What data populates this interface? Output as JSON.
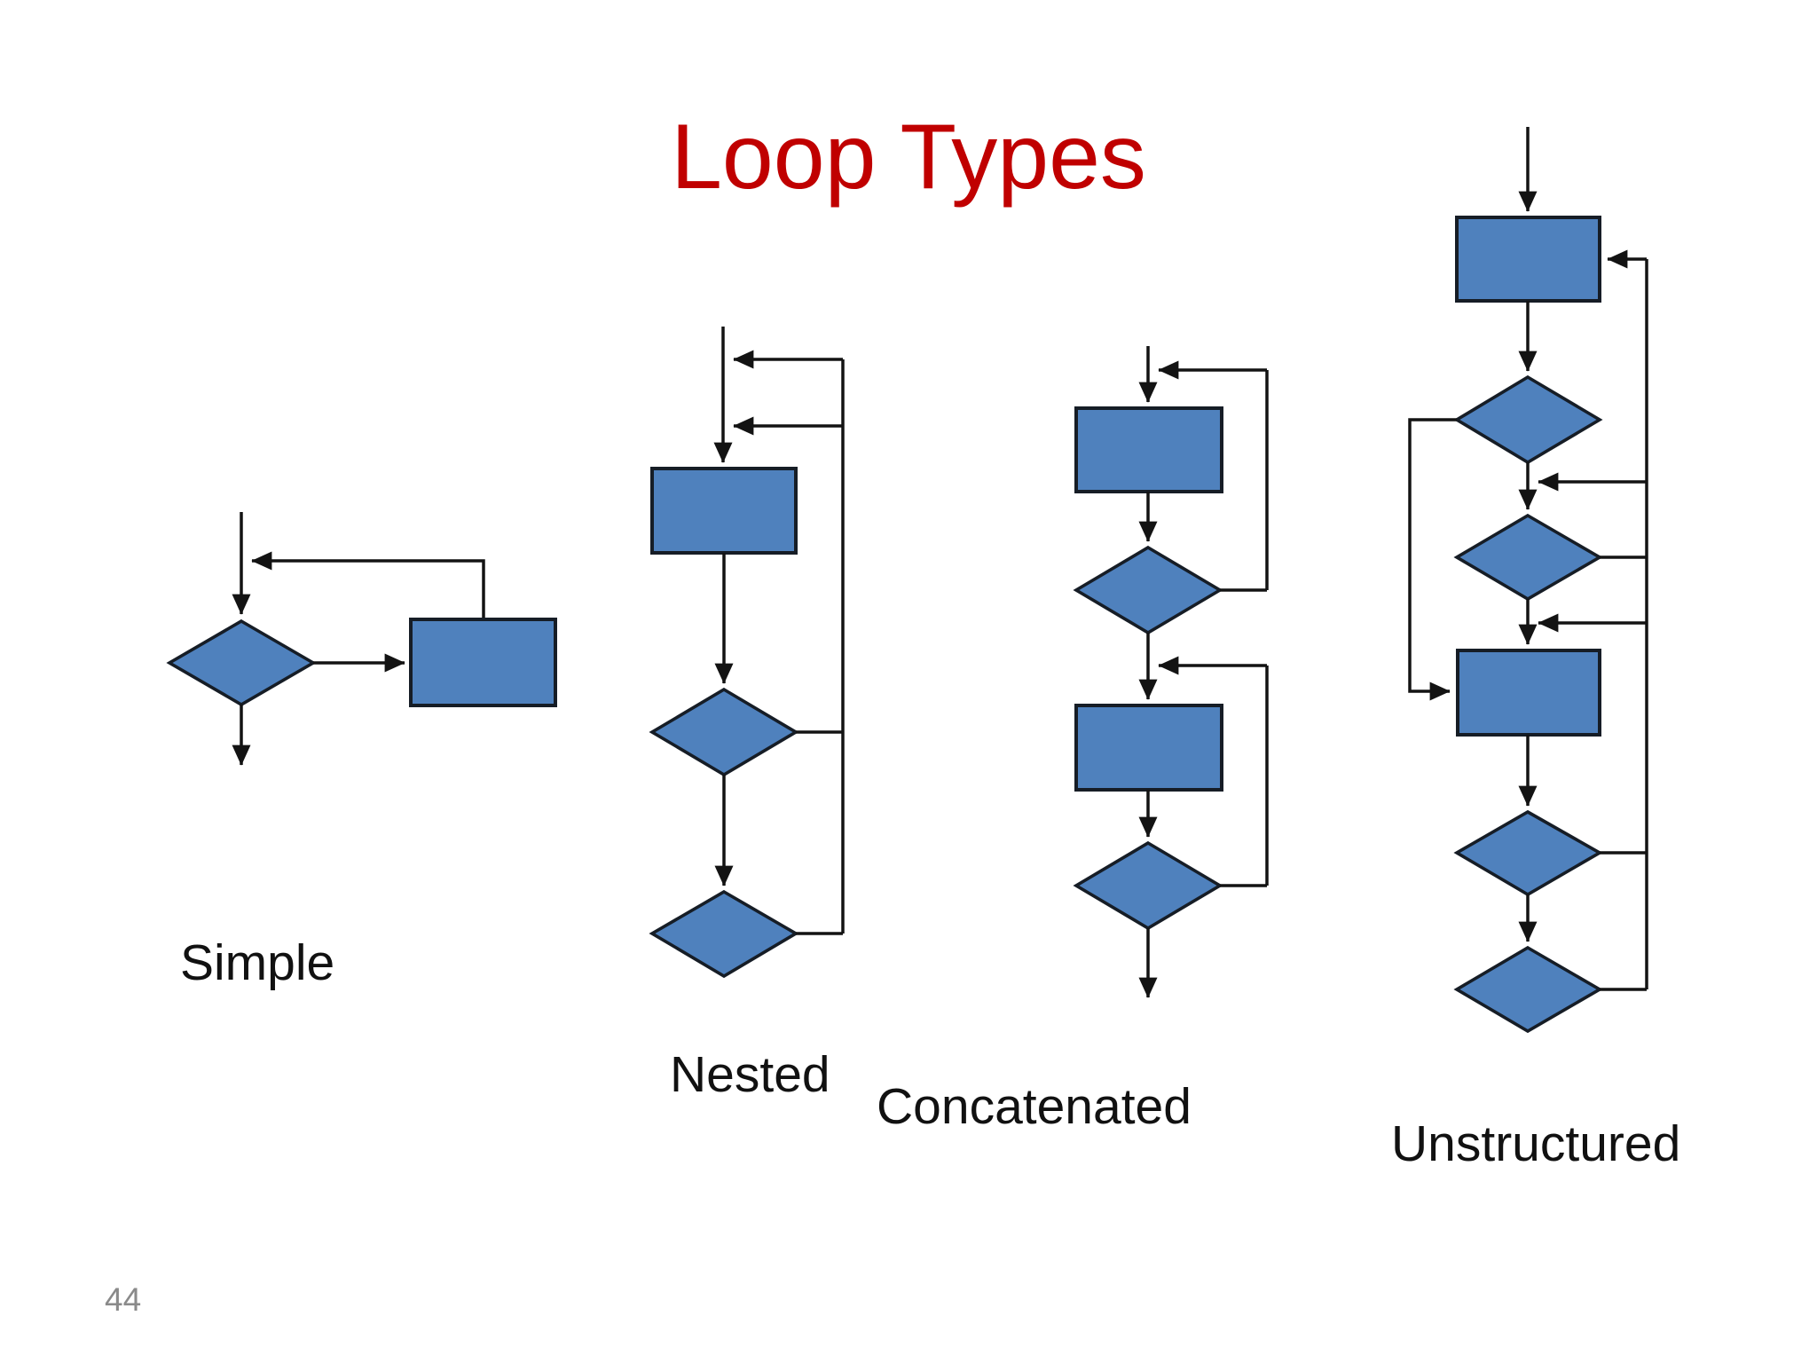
{
  "slide": {
    "title": "Loop Types",
    "page_number": "44"
  },
  "diagrams": [
    {
      "id": "simple",
      "label": "Simple",
      "shapes": {
        "process_boxes": 1,
        "decision_diamonds": 1
      },
      "loops": 1
    },
    {
      "id": "nested",
      "label": "Nested",
      "shapes": {
        "process_boxes": 1,
        "decision_diamonds": 2
      },
      "loops": 2
    },
    {
      "id": "concatenated",
      "label": "Concatenated",
      "shapes": {
        "process_boxes": 2,
        "decision_diamonds": 2
      },
      "loops": 2
    },
    {
      "id": "unstructured",
      "label": "Unstructured",
      "shapes": {
        "process_boxes": 2,
        "decision_diamonds": 4
      },
      "loops": 3
    }
  ],
  "colors": {
    "background": "#ffffff",
    "title": "#c00000",
    "label": "#111111",
    "page_number": "#8a8a8a",
    "shape_fill": "#4f81bd",
    "shape_border": "#161d26",
    "line": "#131313"
  }
}
